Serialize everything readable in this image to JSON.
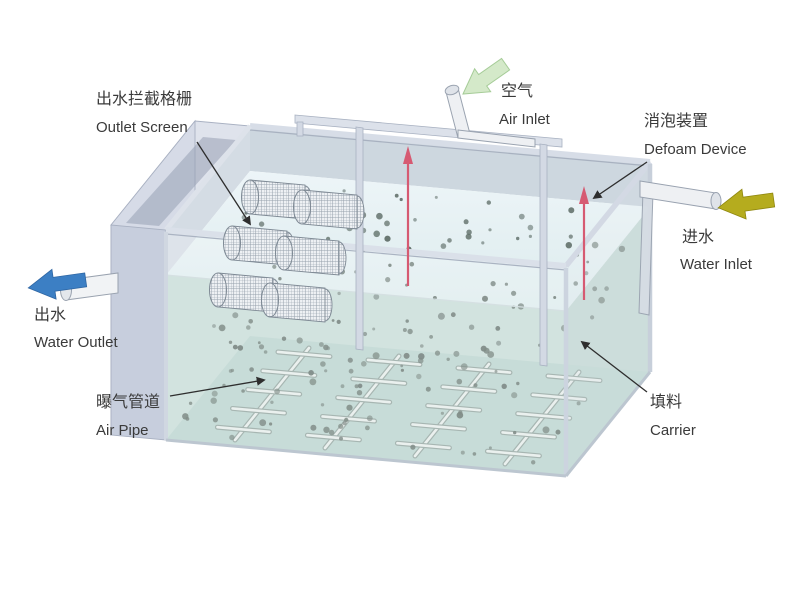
{
  "diagram": {
    "labels": {
      "outlet_screen": {
        "zh": "出水拦截格栅",
        "en": "Outlet Screen"
      },
      "air_inlet": {
        "zh": "空气",
        "en": "Air Inlet"
      },
      "defoam_device": {
        "zh": "消泡装置",
        "en": "Defoam Device"
      },
      "water_inlet": {
        "zh": "进水",
        "en": "Water Inlet"
      },
      "water_outlet": {
        "zh": "出水",
        "en": "Water Outlet"
      },
      "air_pipe": {
        "zh": "曝气管道",
        "en": "Air Pipe"
      },
      "carrier": {
        "zh": "填料",
        "en": "Carrier"
      }
    },
    "colors": {
      "water_outlet_arrow": "#3c7fc4",
      "water_inlet_arrow": "#b5ac1e",
      "air_inlet_arrow": "#d4e9c9",
      "defoam_indicator": "#d65a72",
      "carrier_dot": "#5e6d67",
      "tank_floor": "#b7d3cc",
      "water_surface": "#eaf2f6"
    },
    "carrier_dots": {
      "count": 185,
      "seed": 11
    }
  }
}
